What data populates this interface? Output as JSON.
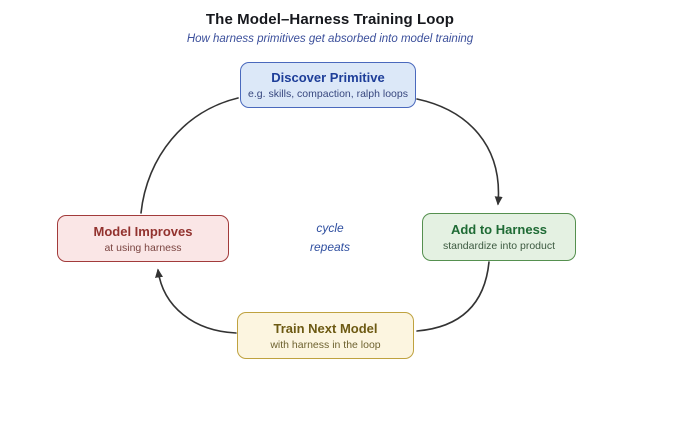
{
  "header": {
    "title": "The Model–Harness Training Loop",
    "subtitle": "How harness primitives get absorbed into model training"
  },
  "center": {
    "line1": "cycle",
    "line2": "repeats"
  },
  "nodes": {
    "discover": {
      "title": "Discover Primitive",
      "subtitle": "e.g. skills, compaction, ralph loops",
      "colors": {
        "border": "#4a69bd",
        "fill": "#dce8f8",
        "text": "#1e3e99",
        "sub": "#37477e"
      }
    },
    "harness": {
      "title": "Add to Harness",
      "subtitle": "standardize into product",
      "colors": {
        "border": "#55904f",
        "fill": "#e4f1e2",
        "text": "#1f6b35",
        "sub": "#3c5a40"
      }
    },
    "train": {
      "title": "Train Next Model",
      "subtitle": "with harness in the loop",
      "colors": {
        "border": "#bfa23f",
        "fill": "#fcf5e0",
        "text": "#6d5a13",
        "sub": "#6e6230"
      }
    },
    "improves": {
      "title": "Model Improves",
      "subtitle": "at using harness",
      "colors": {
        "border": "#a23b3b",
        "fill": "#fae6e6",
        "text": "#92322e",
        "sub": "#7a4440"
      }
    }
  },
  "arrows": {
    "stroke": "#333333"
  }
}
